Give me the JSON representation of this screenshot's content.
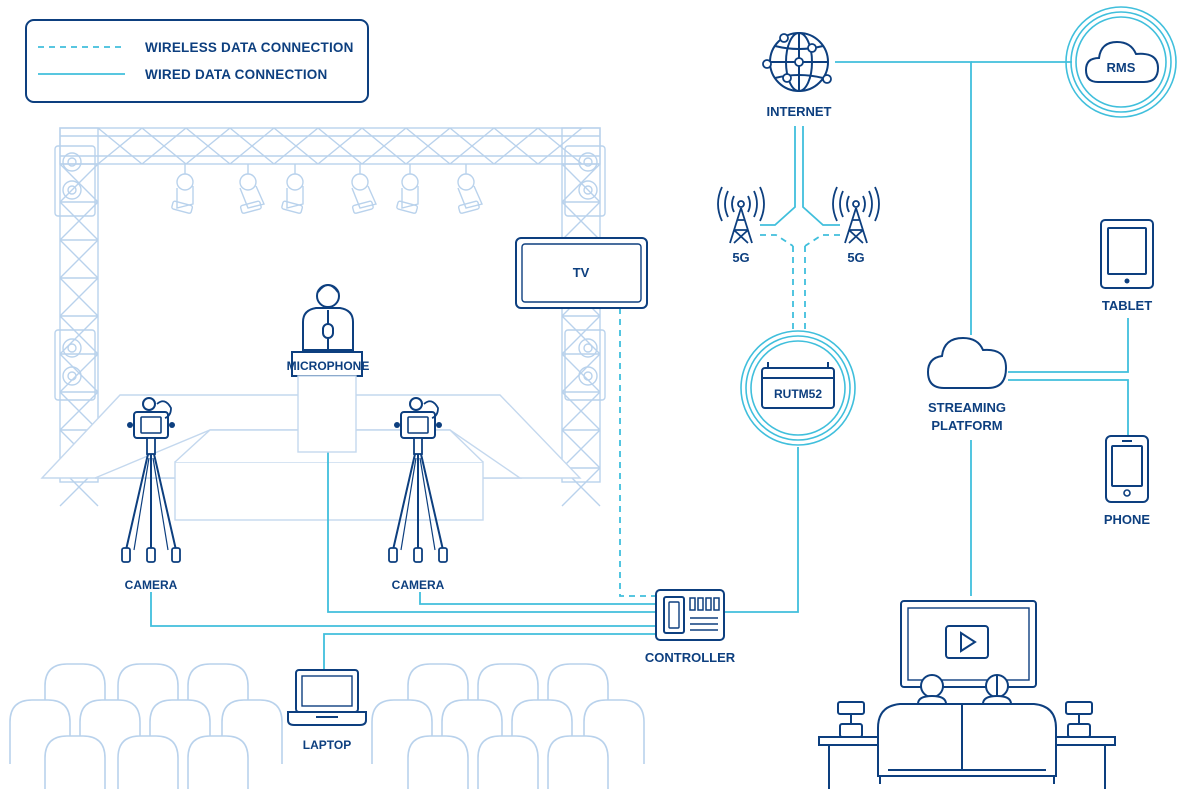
{
  "legend": {
    "wireless_label": "WIRELESS DATA CONNECTION",
    "wired_label": "WIRED DATA CONNECTION"
  },
  "nodes": {
    "internet": "INTERNET",
    "rms": "RMS",
    "tower_left": "5G",
    "tower_right": "5G",
    "tv": "TV",
    "router": "RUTM52",
    "microphone": "MICROPHONE",
    "camera_left": "CAMERA",
    "camera_right": "CAMERA",
    "controller": "CONTROLLER",
    "laptop": "LAPTOP",
    "streaming_line1": "STREAMING",
    "streaming_line2": "PLATFORM",
    "tablet": "TABLET",
    "phone": "PHONE"
  },
  "colors": {
    "label": "#0d3f7f",
    "connection": "#40bfdc",
    "stage": "#b9d2ec"
  },
  "icons": [
    "globe-icon",
    "cloud-icon",
    "tower-icon",
    "camera-icon",
    "laptop-icon",
    "tablet-icon",
    "phone-icon",
    "play-icon",
    "router-icon",
    "controller-icon"
  ]
}
